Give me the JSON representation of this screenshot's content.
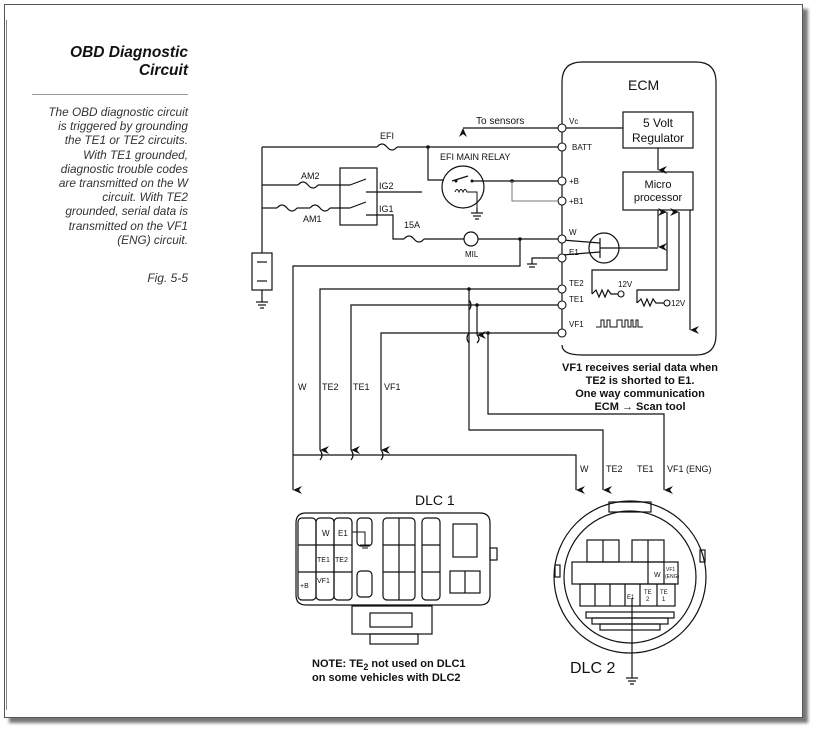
{
  "sidebar": {
    "title_line1": "OBD Diagnostic",
    "title_line2": "Circuit",
    "description_lines": [
      "The OBD diagnostic circuit",
      "is triggered by grounding",
      "the TE1 or TE2 circuits.",
      "With TE1 grounded,",
      "diagnostic trouble codes",
      "are transmitted on the W",
      "circuit. With TE2",
      "grounded, serial data is",
      "transmitted on the VF1",
      "(ENG) circuit."
    ],
    "figure_label": "Fig. 5-5"
  },
  "ecm": {
    "title": "ECM",
    "regulator_line1": "5 Volt",
    "regulator_line2": "Regulator",
    "micro_line1": "Micro",
    "micro_line2": "processor",
    "pins": [
      "Vc",
      "BATT",
      "+B",
      "+B1",
      "W",
      "E1",
      "TE2",
      "TE1",
      "VF1"
    ],
    "te2_supply": "12V",
    "te1_supply": "12V"
  },
  "circuit": {
    "to_sensors": "To sensors",
    "efi_fuse": "EFI",
    "efi_main_relay": "EFI  MAIN RELAY",
    "am2_fuse": "AM2",
    "am1_fuse": "AM1",
    "ig2": "IG2",
    "ig1": "IG1",
    "fuse_15a": "15A",
    "mil": "MIL"
  },
  "notes": {
    "vf1_line1": "VF1 receives serial data when",
    "vf1_line2": "TE2 is shorted to E1.",
    "vf1_line3": "One way communication",
    "vf1_line4": "ECM → Scan tool",
    "dlc1_note_prefix": "NOTE: TE",
    "dlc1_note_sub": "2",
    "dlc1_note_suffix": " not used on DLC1",
    "dlc1_note_line2": "on some vehicles with DLC2"
  },
  "wire_labels_dlc1": [
    "W",
    "TE2",
    "TE1",
    "VF1"
  ],
  "wire_labels_dlc2": [
    "W",
    "TE2",
    "TE1",
    "VF1 (ENG)"
  ],
  "dlc1": {
    "title": "DLC 1",
    "terminals": {
      "w": "W",
      "e1": "E1",
      "te1": "TE1",
      "te2": "TE2",
      "b": "+B",
      "vf1": "VF1"
    }
  },
  "dlc2": {
    "title": "DLC 2",
    "terminals": {
      "w": "W",
      "vf1": "VF1",
      "vf1_sub": "(ENG)",
      "e1": "E1",
      "te2_a": "TE",
      "te2_b": "2",
      "te1_a": "TE",
      "te1_b": "1"
    }
  }
}
